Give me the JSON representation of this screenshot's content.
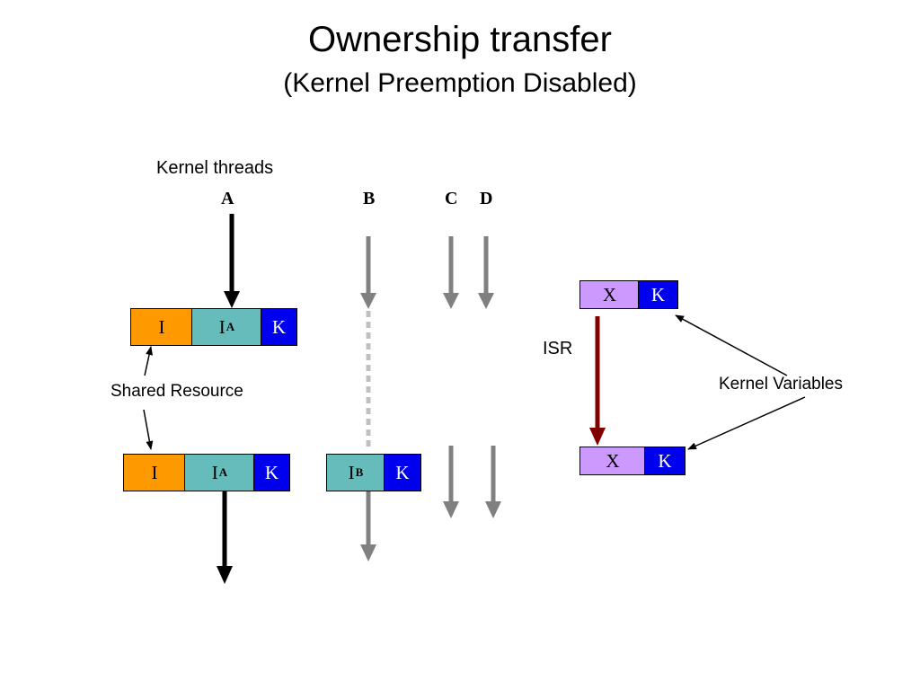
{
  "title": {
    "main": "Ownership transfer",
    "sub": "(Kernel Preemption Disabled)"
  },
  "threads": {
    "heading": "Kernel threads",
    "a": "A",
    "b": "B",
    "c": "C",
    "d": "D"
  },
  "top_resource": {
    "i": "I",
    "ia_main": "I",
    "ia_sub": "A",
    "k": "K"
  },
  "bottom_resource": {
    "i": "I",
    "ia_main": "I",
    "ia_sub": "A",
    "k": "K"
  },
  "b_resource": {
    "ib_main": "I",
    "ib_sub": "B",
    "k": "K"
  },
  "shared_resource_label": "Shared Resource",
  "isr_label": "ISR",
  "kernel_variables_label": "Kernel Variables",
  "kv_top": {
    "x": "X",
    "k": "K"
  },
  "kv_bottom": {
    "x": "X",
    "k": "K"
  },
  "colors": {
    "orange": "#ff9900",
    "teal": "#66bbbb",
    "blue": "#0000ee",
    "lavender": "#cc99ff",
    "isr_arrow": "#800000",
    "gray_arrow": "#808080",
    "dotted": "#c0c0c0"
  }
}
